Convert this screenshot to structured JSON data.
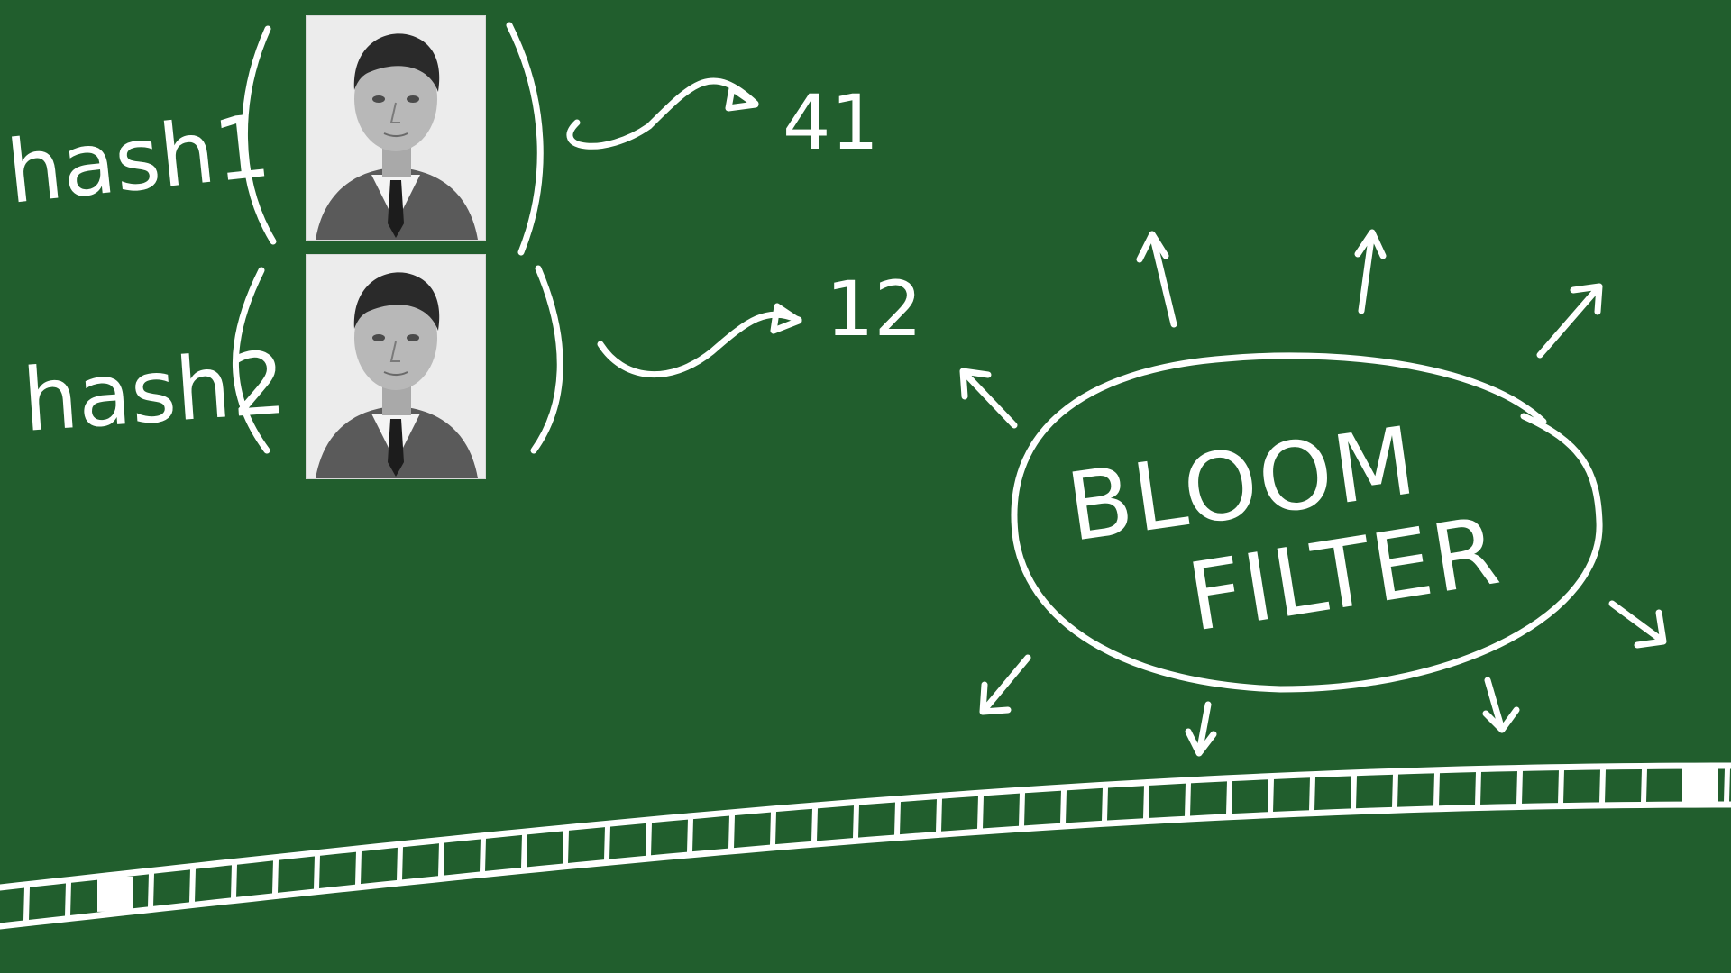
{
  "diagram": {
    "hash_rows": [
      {
        "label": "hash1",
        "output": "41"
      },
      {
        "label": "hash2",
        "output": "12"
      }
    ],
    "title_line1": "BLOOM",
    "title_line2": "FILTER",
    "photo_icon": "portrait-photo-icon",
    "colors": {
      "board": "#215e2d",
      "chalk": "#ffffff"
    }
  }
}
